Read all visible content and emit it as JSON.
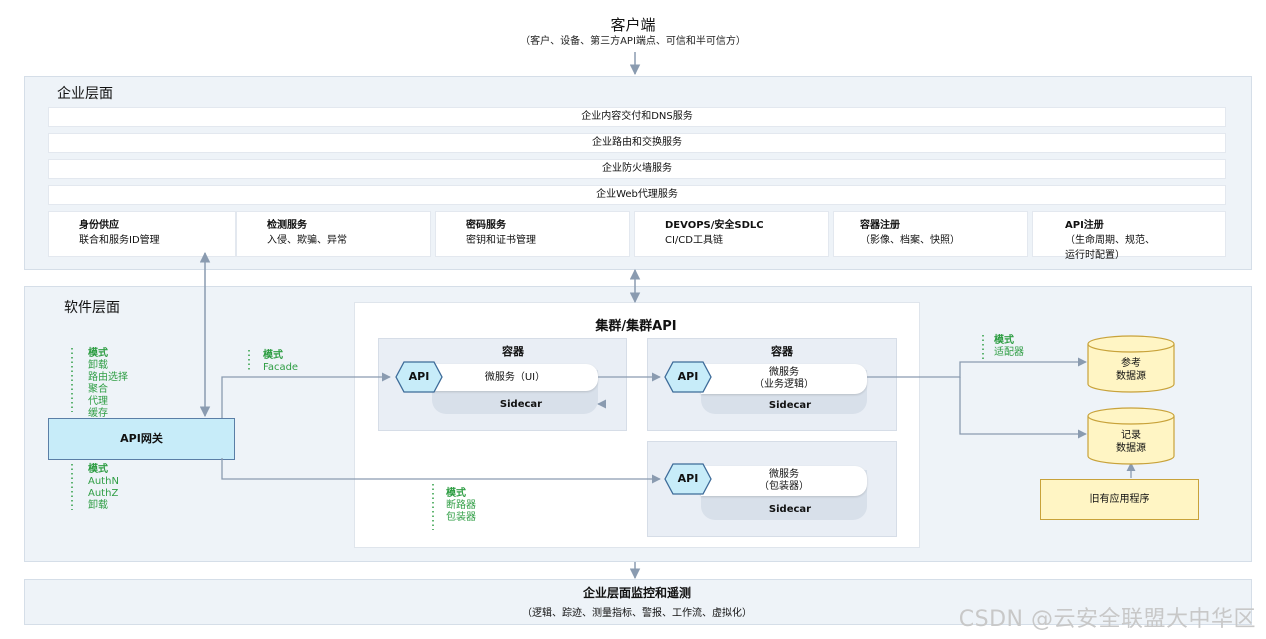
{
  "client": {
    "title": "客户端",
    "subtitle": "（客户、设备、第三方API端点、可信和半可信方）"
  },
  "enterprise": {
    "title": "企业层面",
    "bars": [
      "企业内容交付和DNS服务",
      "企业路由和交换服务",
      "企业防火墙服务",
      "企业Web代理服务"
    ],
    "services": [
      {
        "title": "身份供应",
        "sub1": "联合和服务ID管理",
        "sub2": ""
      },
      {
        "title": "检测服务",
        "sub1": "入侵、欺骗、异常",
        "sub2": ""
      },
      {
        "title": "密码服务",
        "sub1": "密钥和证书管理",
        "sub2": ""
      },
      {
        "title": "DEVOPS/安全SDLC",
        "sub1": "CI/CD工具链",
        "sub2": ""
      },
      {
        "title": "容器注册",
        "sub1": "（影像、档案、快照）",
        "sub2": ""
      },
      {
        "title": "API注册",
        "sub1": "（生命周期、规范、",
        "sub2": "运行时配置）"
      }
    ]
  },
  "software": {
    "title": "软件层面",
    "cluster_title": "集群/集群API",
    "container1": {
      "title": "容器",
      "api": "API",
      "ms_line1": "微服务（UI）",
      "ms_line2": "",
      "sidecar": "Sidecar"
    },
    "container2": {
      "title": "容器",
      "api": "API",
      "ms_line1": "微服务",
      "ms_line2": "（业务逻辑）",
      "sidecar": "Sidecar"
    },
    "container3": {
      "api": "API",
      "ms_line1": "微服务",
      "ms_line2": "（包装器）",
      "sidecar": "Sidecar"
    },
    "gateway": "API网关",
    "pattern_left_top": {
      "head": "模式",
      "items": [
        "卸载",
        "路由选择",
        "聚合",
        "代理",
        "缓存"
      ]
    },
    "pattern_left_bottom": {
      "head": "模式",
      "items": [
        "AuthN",
        "AuthZ",
        "卸载"
      ]
    },
    "pattern_facade": {
      "head": "模式",
      "items": [
        "Facade"
      ]
    },
    "pattern_breaker": {
      "head": "模式",
      "items": [
        "断路器",
        "包装器"
      ]
    },
    "pattern_adapter": {
      "head": "模式",
      "items": [
        "适配器"
      ]
    },
    "db_ref": {
      "line1": "参考",
      "line2": "数据源"
    },
    "db_log": {
      "line1": "记录",
      "line2": "数据源"
    },
    "legacy": "旧有应用程序"
  },
  "monitoring": {
    "title": "企业层面监控和遥测",
    "subtitle": "（逻辑、踪迹、测量指标、警报、工作流、虚拟化）"
  },
  "watermark": "CSDN @云安全联盟大中华区",
  "colors": {
    "band_bg": "#eef3f8",
    "gateway_bg": "#c7ecf9",
    "api_hex": "#c7ecf9",
    "pattern_green": "#2f9e44",
    "legacy_bg": "#fff5c4",
    "db_bg": "#fff5c4",
    "arrow": "#8a9bb0"
  }
}
